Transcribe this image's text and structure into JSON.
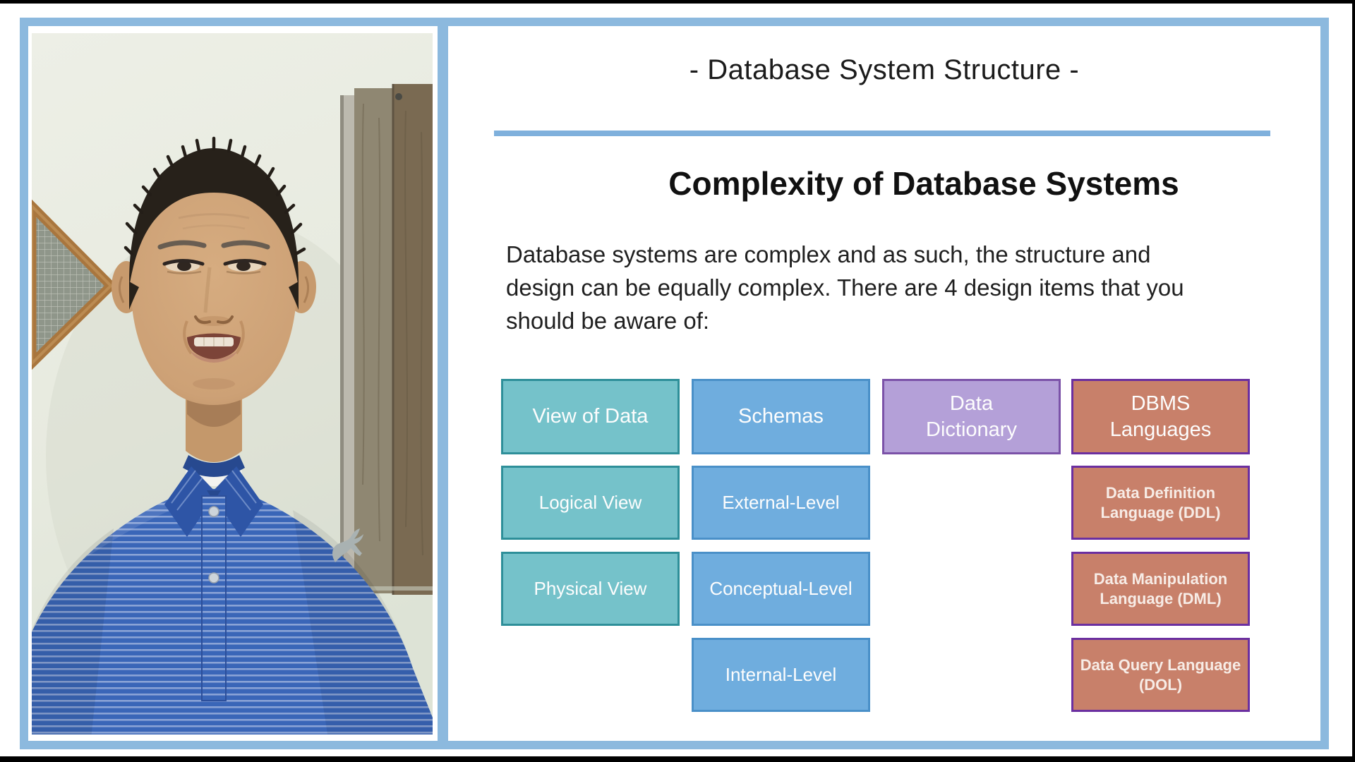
{
  "frame": {
    "border_color": "#8cb9de",
    "letterbox_color": "#000000"
  },
  "webcam": {
    "presenter": "man in blue striped polo shirt",
    "background_items": [
      "textured wall",
      "wood plank picture frame",
      "triangular wood mesh frame"
    ],
    "shirt_logo": "puma-logo"
  },
  "slide": {
    "title": "- Database System Structure -",
    "underline_color": "#7fb0dc",
    "heading": "Complexity of Database Systems",
    "paragraph_lines": [
      "Database systems are complex and as such, the structure and",
      "design can be equally complex. There are 4 design items that you",
      "should be aware of:"
    ],
    "grid": {
      "columns": [
        {
          "header": "View of Data",
          "fill": "#75c2ca",
          "border": "#2e8f99",
          "items": [
            "Logical View",
            "Physical View"
          ]
        },
        {
          "header": "Schemas",
          "fill": "#6fadde",
          "border": "#4a90c8",
          "items": [
            "External-Level",
            "Conceptual-Level",
            "Internal-Level"
          ]
        },
        {
          "header": "Data\nDictionary",
          "fill": "#b4a0d8",
          "border": "#7b52a8",
          "items": []
        },
        {
          "header": "DBMS\nLanguages",
          "fill": "#c8806a",
          "border": "#6b2fa0",
          "items": [
            "Data Definition\nLanguage (DDL)",
            "Data Manipulation\nLanguage (DML)",
            "Data Query Language\n(DOL)"
          ]
        }
      ]
    }
  }
}
